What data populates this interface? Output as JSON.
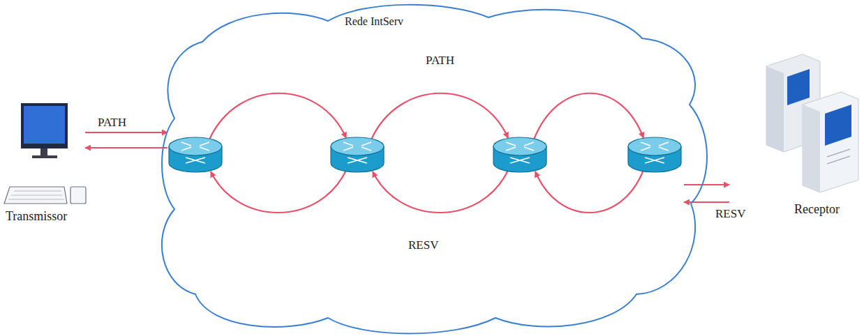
{
  "diagram": {
    "nodes": [
      {
        "text": [
          "Transmissor"
        ]
      },
      {
        "text": [
          "Rede IntServ"
        ]
      },
      {
        "text": [
          "Receptor"
        ]
      }
    ],
    "edges": [
      {
        "from": 0,
        "to": 1,
        "arrow": "to",
        "label": "PATH"
      },
      {
        "from": 1,
        "to": 0,
        "arrow": "to"
      },
      {
        "from": 1,
        "to": 2,
        "arrow": "to"
      },
      {
        "from": 2,
        "to": 1,
        "arrow": "to",
        "label": "RESV"
      }
    ],
    "labels": [
      "PATH",
      "RESV"
    ]
  }
}
